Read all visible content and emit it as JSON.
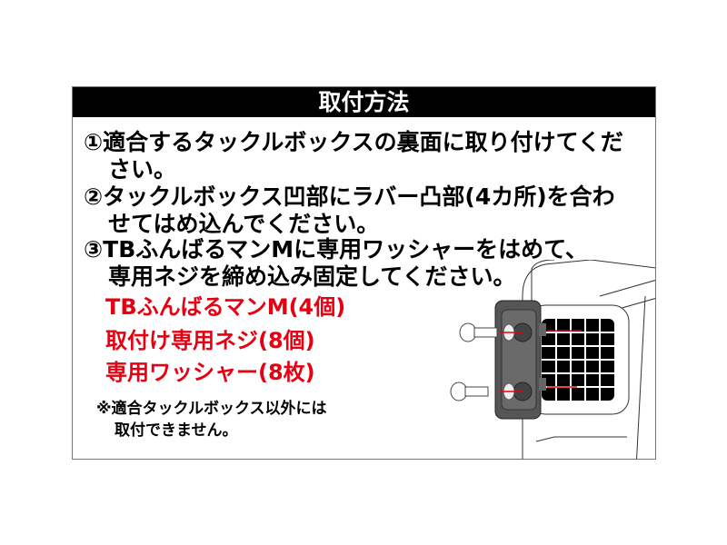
{
  "title": "取付方法",
  "steps": [
    {
      "line1": "①適合するタックルボックスの裏面に取り付けてくだ",
      "line2": "さい。"
    },
    {
      "line1": "②タックルボックス凹部にラバー凸部(4カ所)を合わ",
      "line2": "せてはめ込んでください。"
    },
    {
      "line1": "③TBふんばるマンMに専用ワッシャーをはめて、",
      "line2": "専用ネジを締め込み固定してください。"
    }
  ],
  "parts": [
    "TBふんばるマンM(4個)",
    "取付け専用ネジ(8個)",
    "専用ワッシャー(8枚)"
  ],
  "note": {
    "line1": "※適合タックルボックス以外には",
    "line2": "取付できません。"
  },
  "colors": {
    "accent": "#e60012",
    "header_bg": "#000000"
  }
}
